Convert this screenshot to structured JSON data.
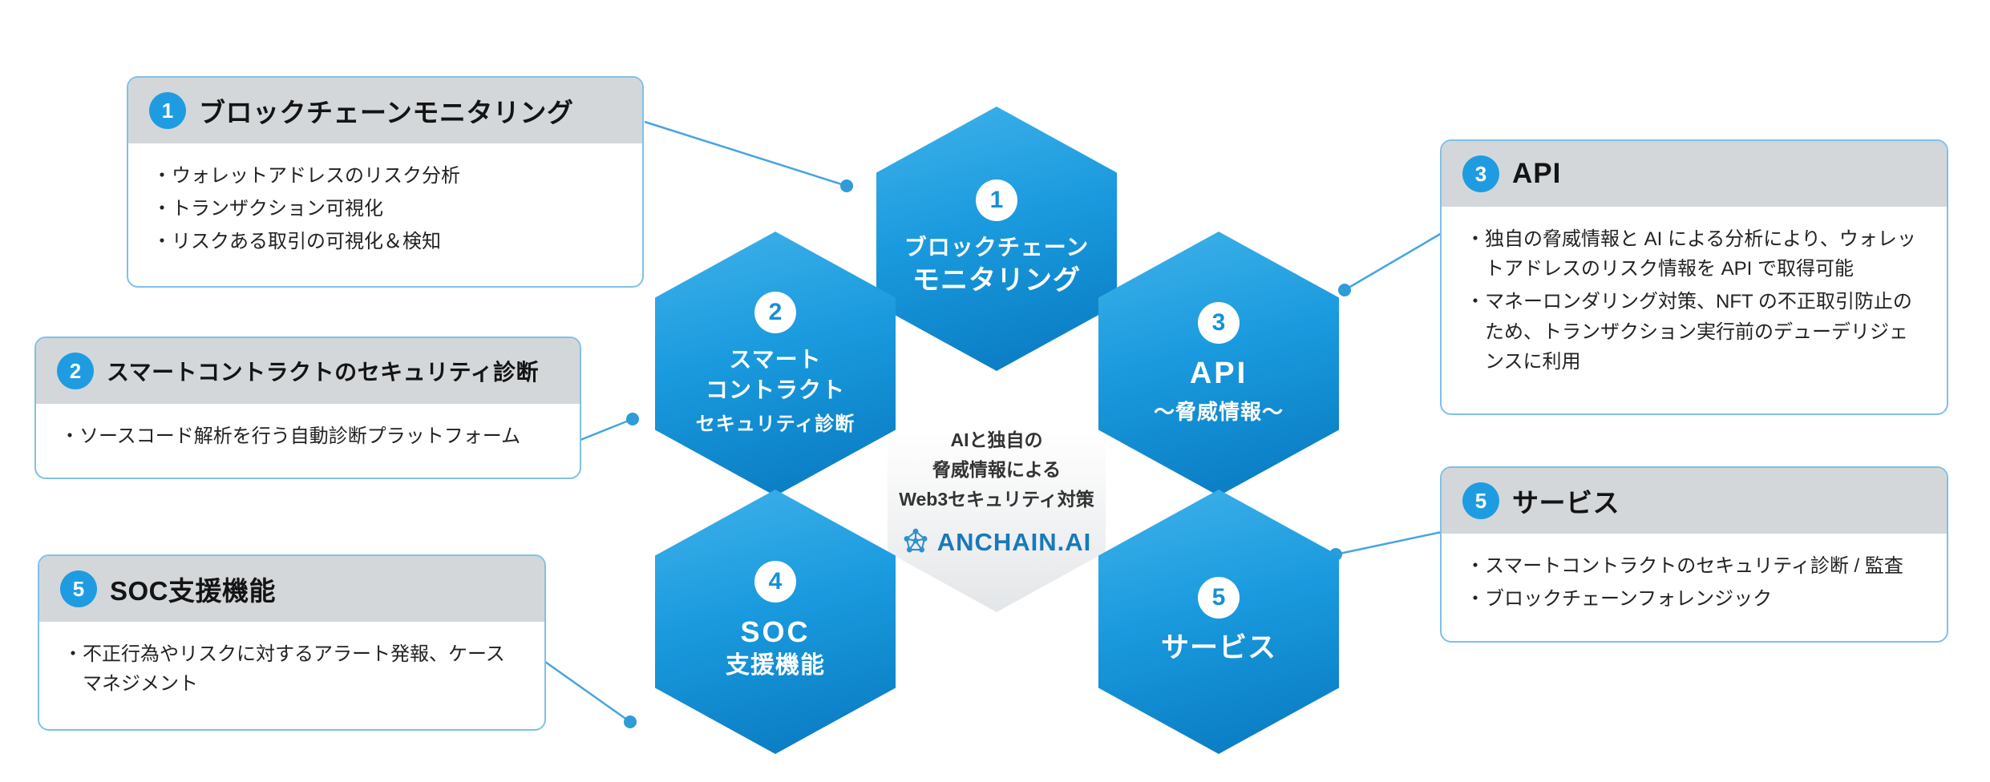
{
  "colors": {
    "hex_blue_top": "#3fb2ea",
    "hex_blue_bottom": "#0878bf",
    "badge_blue": "#1f9ce1",
    "header_gray": "#d3d7da",
    "border_blue": "#7fc0e8",
    "connector_blue": "#45a5de",
    "brand_blue": "#1879ba"
  },
  "center": {
    "line1": "AIと独自の",
    "line2": "脅威情報による",
    "line3": "Web3セキュリティ対策",
    "brand": "ANCHAIN.AI"
  },
  "hexagons": {
    "h1": {
      "number": "1",
      "line1": "ブロックチェーン",
      "line2": "モニタリング"
    },
    "h2": {
      "number": "2",
      "line1": "スマート",
      "line2": "コントラクト",
      "sub": "セキュリティ診断"
    },
    "h3": {
      "number": "3",
      "line1": "API",
      "sub": "～脅威情報～"
    },
    "h4": {
      "number": "4",
      "line1": "SOC",
      "line2": "支援機能"
    },
    "h5": {
      "number": "5",
      "line1": "サービス"
    }
  },
  "callouts": {
    "c1": {
      "number": "1",
      "title": "ブロックチェーンモニタリング",
      "bullets": [
        "ウォレットアドレスのリスク分析",
        "トランザクション可視化",
        "リスクある取引の可視化＆検知"
      ]
    },
    "c2": {
      "number": "2",
      "title": "スマートコントラクトのセキュリティ診断",
      "bullets": [
        "ソースコード解析を行う自動診断プラットフォーム"
      ]
    },
    "soc": {
      "number": "5",
      "title": "SOC支援機能",
      "bullets": [
        "不正行為やリスクに対するアラート発報、ケースマネジメント"
      ]
    },
    "api": {
      "number": "3",
      "title": "API",
      "bullets": [
        "独自の脅威情報と AI による分析により、ウォレットアドレスのリスク情報を API で取得可能",
        "マネーロンダリング対策、NFT の不正取引防止のため、トランザクション実行前のデューデリジェンスに利用"
      ]
    },
    "service": {
      "number": "5",
      "title": "サービス",
      "bullets": [
        "スマートコントラクトのセキュリティ診断 / 監査",
        "ブロックチェーンフォレンジック"
      ]
    }
  }
}
